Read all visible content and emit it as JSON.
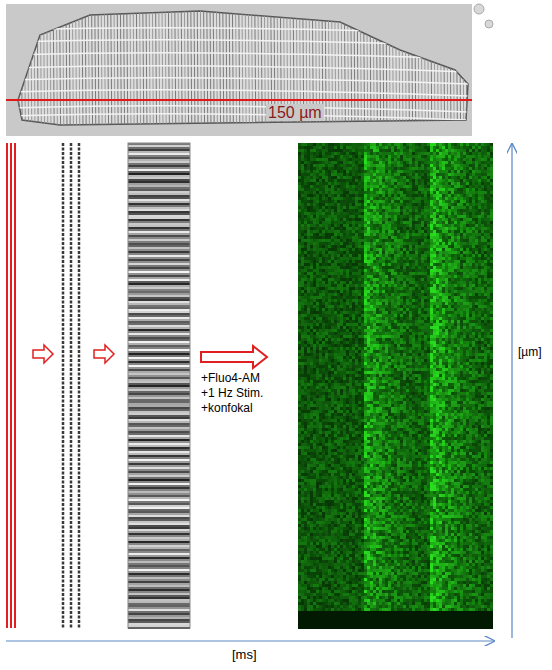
{
  "diagram": {
    "labels": [
      "150 µm",
      "+Fluo4-AM",
      "+1 Hz Stim.",
      "+konfokal",
      "[µm]",
      "[ms]"
    ]
  }
}
